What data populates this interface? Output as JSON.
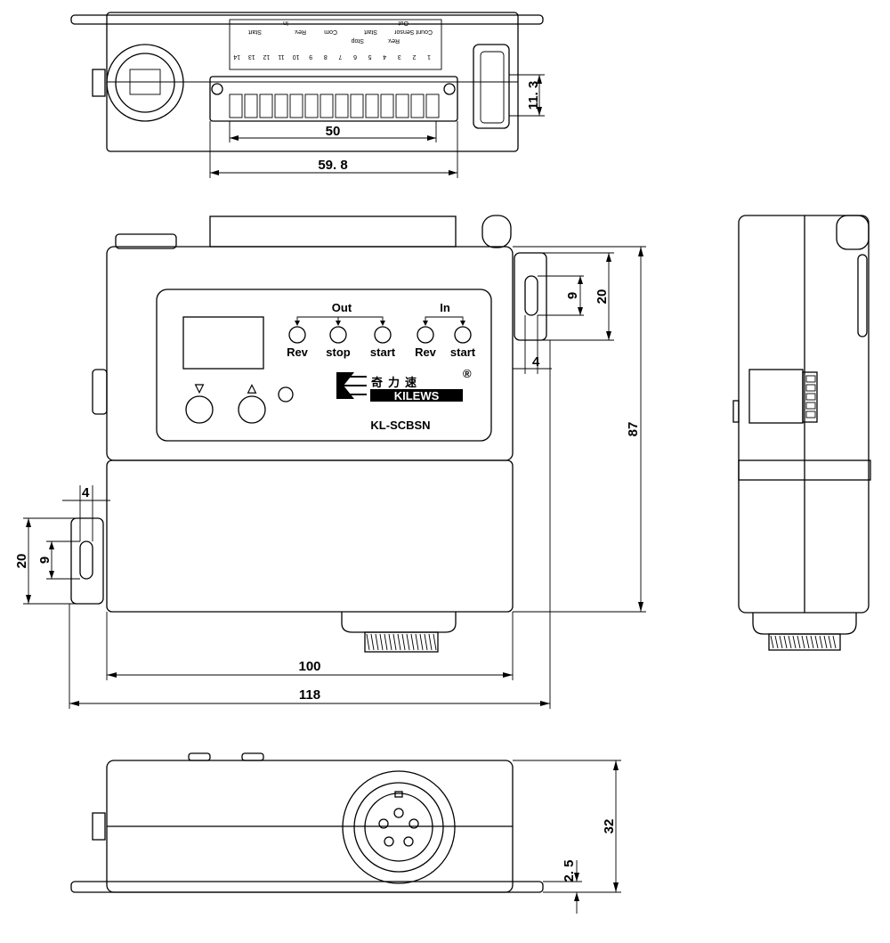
{
  "dimensions": {
    "top_terminal_width": "50",
    "top_overall_width": "59. 8",
    "top_height": "11. 3",
    "slot_height_right": "20",
    "slot_inner_right": "9",
    "slot_offset_right": "4",
    "body_height": "87",
    "slot_offset_left": "4",
    "slot_height_left": "20",
    "slot_inner_left": "9",
    "body_width": "100",
    "overall_width": "118",
    "bottom_height": "32",
    "flange_thickness": "2. 5"
  },
  "panel": {
    "out_label": "Out",
    "in_label": "In",
    "leds": [
      "Rev",
      "stop",
      "start",
      "Rev",
      "start"
    ],
    "arrow_down": "▽",
    "arrow_up": "△",
    "brand_cn": "奇力速",
    "brand_en": "KILEWS",
    "registered": "®",
    "model": "KL-SCBSN"
  },
  "terminals": {
    "numbers": [
      "1",
      "2",
      "3",
      "4",
      "5",
      "6",
      "7",
      "8",
      "9",
      "10",
      "11",
      "12",
      "13",
      "14"
    ],
    "labels": [
      "Start",
      "Rev.",
      "Com",
      "Stop",
      "Start",
      "Rev.",
      "Count Sensor"
    ],
    "in_tag": "In",
    "out_tag": "Out"
  }
}
